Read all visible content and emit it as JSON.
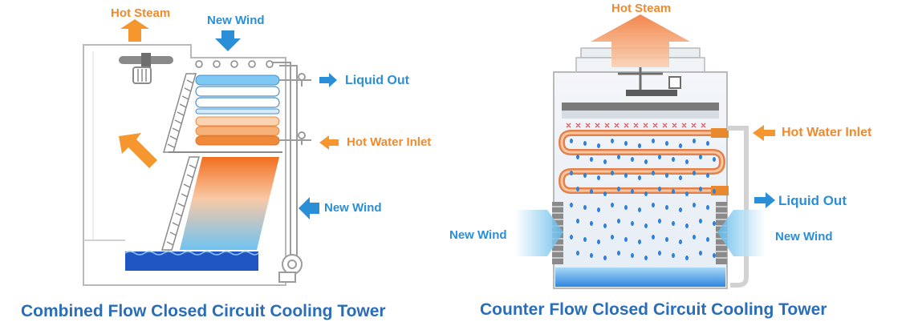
{
  "left_diagram": {
    "title": "Combined Flow Closed Circuit Cooling Tower",
    "labels": {
      "hot_steam": "Hot Steam",
      "new_wind_top": "New Wind",
      "liquid_out": "Liquid Out",
      "hot_water_inlet": "Hot Water Inlet",
      "new_wind_side": "New Wind"
    }
  },
  "right_diagram": {
    "title": "Counter Flow Closed Circuit Cooling Tower",
    "labels": {
      "hot_steam": "Hot Steam",
      "hot_water_inlet": "Hot Water Inlet",
      "liquid_out": "Liquid Out",
      "new_wind_left": "New Wind",
      "new_wind_right": "New Wind"
    }
  },
  "colors": {
    "hot": "#f08a2e",
    "cold": "#2a8fd6",
    "title": "#2a6db8",
    "water": "#1f56c4",
    "outline": "#b9b9b9"
  }
}
